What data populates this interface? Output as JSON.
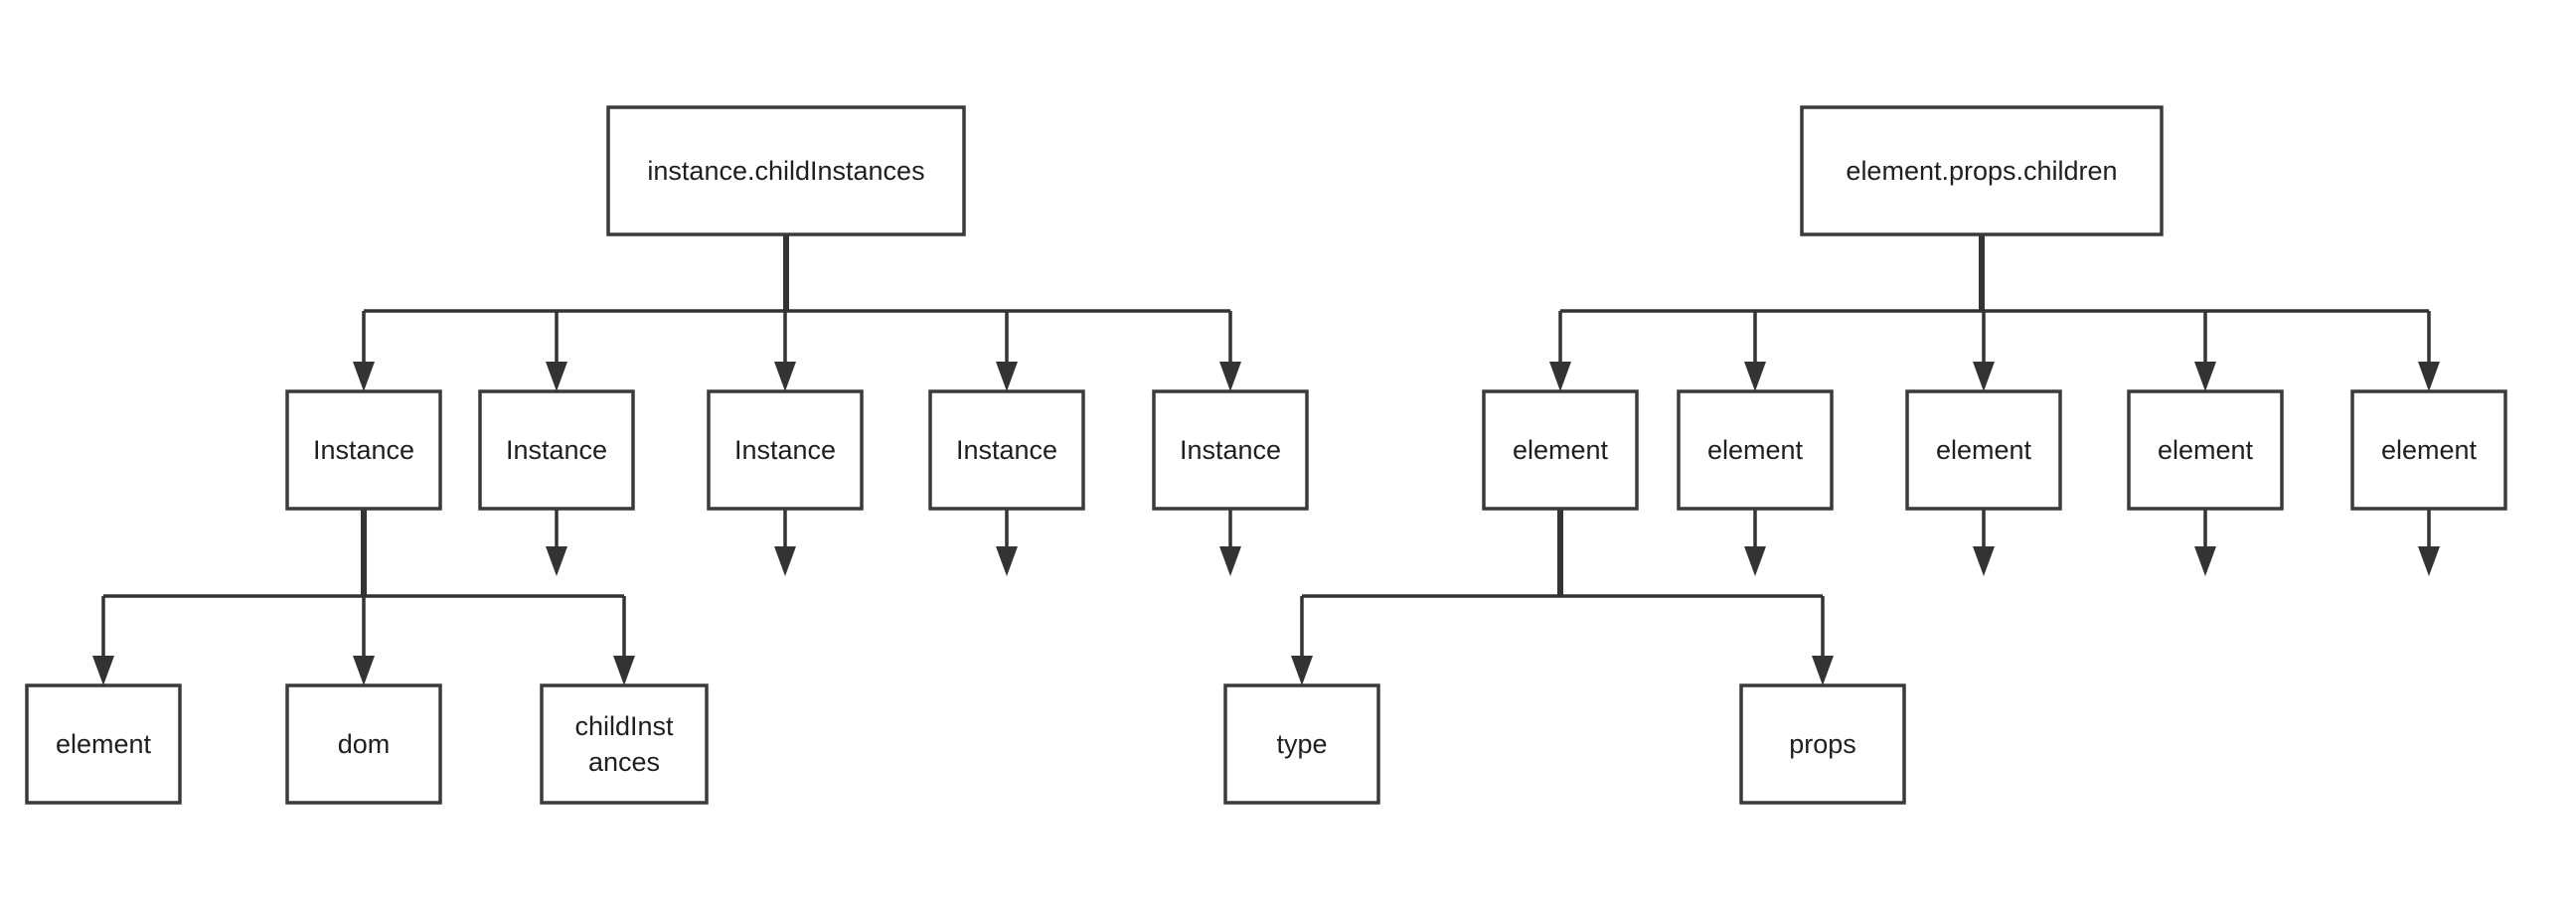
{
  "left_tree": {
    "root_label": "instance.childInstances",
    "children": [
      {
        "label": "Instance"
      },
      {
        "label": "Instance"
      },
      {
        "label": "Instance"
      },
      {
        "label": "Instance"
      },
      {
        "label": "Instance"
      }
    ],
    "grandchildren": [
      {
        "lines": [
          "element"
        ]
      },
      {
        "lines": [
          "dom"
        ]
      },
      {
        "lines": [
          "childInst",
          "ances"
        ]
      }
    ]
  },
  "right_tree": {
    "root_label": "element.props.children",
    "children": [
      {
        "label": "element"
      },
      {
        "label": "element"
      },
      {
        "label": "element"
      },
      {
        "label": "element"
      },
      {
        "label": "element"
      }
    ],
    "grandchildren": [
      {
        "lines": [
          "type"
        ]
      },
      {
        "lines": [
          "props"
        ]
      }
    ]
  },
  "colors": {
    "stroke": "#333333",
    "box_border": "#3a3a3a",
    "text": "#1f1f1f",
    "background": "#ffffff"
  }
}
